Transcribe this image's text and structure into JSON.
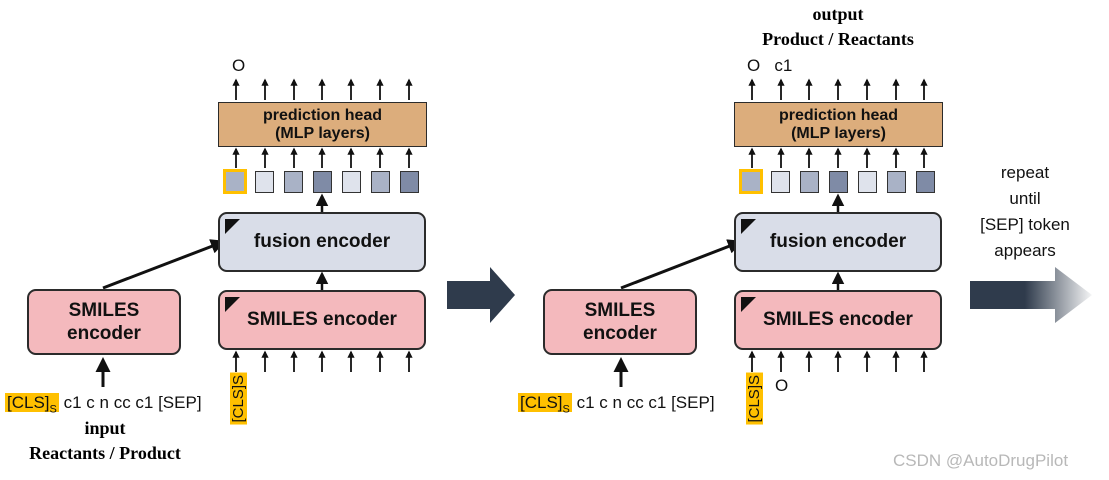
{
  "panel1": {
    "output_token": "O",
    "prediction_head_line1": "prediction head",
    "prediction_head_line2": "(MLP layers)",
    "fusion_encoder": "fusion encoder",
    "smiles_encoder_right": "SMILES encoder",
    "smiles_encoder_left_line1": "SMILES",
    "smiles_encoder_left_line2": "encoder",
    "cls_token": "[CLS]",
    "cls_sub": "S",
    "input_sequence": "c1 c n cc c1 [SEP]",
    "cls_vertical": "[CLS]S",
    "input_caption_line1": "input",
    "input_caption_line2": "Reactants / Product"
  },
  "panel2": {
    "output_caption_line1": "output",
    "output_caption_line2": "Product / Reactants",
    "output_tokens": "O   c1",
    "prediction_head_line1": "prediction head",
    "prediction_head_line2": "(MLP layers)",
    "fusion_encoder": "fusion encoder",
    "smiles_encoder_right": "SMILES encoder",
    "smiles_encoder_left_line1": "SMILES",
    "smiles_encoder_left_line2": "encoder",
    "cls_token": "[CLS]",
    "cls_sub": "S",
    "input_sequence": "c1 c n cc c1 [SEP]",
    "cls_vertical": "[CLS]S",
    "decoder_input_token": "O"
  },
  "repeat_text": [
    "repeat",
    "until",
    "[SEP] token",
    "appears"
  ],
  "watermark": "CSDN @AutoDrugPilot",
  "colors": {
    "smiles_encoder": "#f4b9bd",
    "fusion_encoder": "#d9dde8",
    "prediction_head": "#dcad7c",
    "cls_highlight": "#ffc000",
    "arrow": "#2f3b4c"
  }
}
